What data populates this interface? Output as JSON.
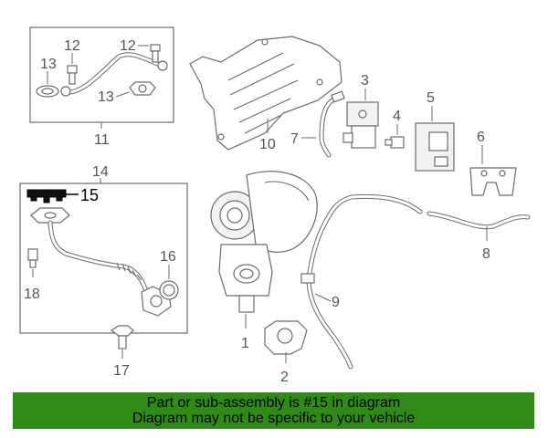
{
  "callouts": {
    "c1": "1",
    "c2": "2",
    "c3": "3",
    "c4": "4",
    "c5": "5",
    "c6": "6",
    "c7": "7",
    "c8": "8",
    "c9": "9",
    "c10": "10",
    "c11": "11",
    "c12a": "12",
    "c12b": "12",
    "c13a": "13",
    "c13b": "13",
    "c14": "14",
    "c15": "15",
    "c16": "16",
    "c17": "17",
    "c18": "18"
  },
  "colors": {
    "banner_bg": "#2f8a18",
    "highlight_part": "#000000",
    "line": "#6b6b6b"
  },
  "banner": {
    "line1": "Part or sub-assembly is #15 in diagram",
    "line2": "Diagram may not be specific to your vehicle"
  }
}
